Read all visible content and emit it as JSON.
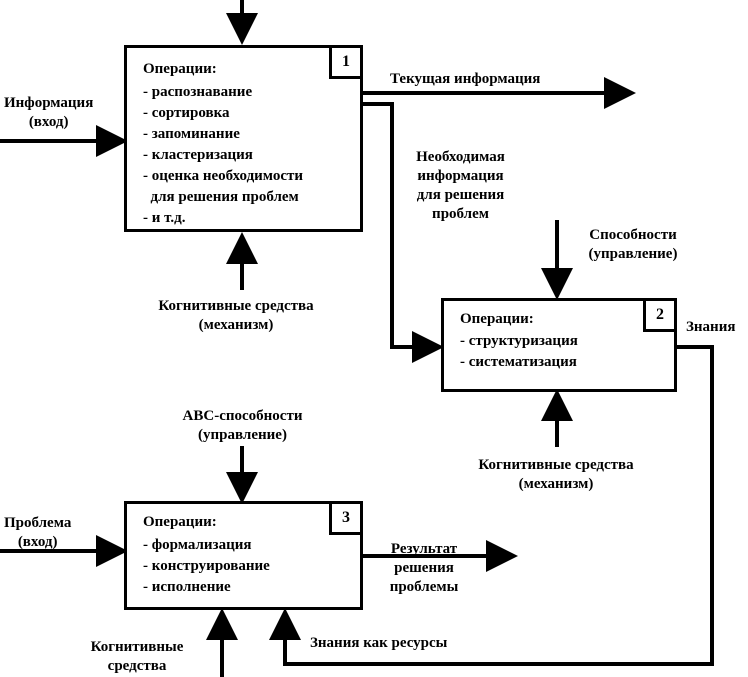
{
  "blocks": [
    {
      "number": "1",
      "title": "Операции:",
      "operations": [
        "- распознавание",
        "- сортировка",
        "- запоминание",
        "- кластеризация",
        "- оценка необходимости",
        "  для решения проблем",
        "- и т.д."
      ]
    },
    {
      "number": "2",
      "title": "Операции:",
      "operations": [
        "- структуризация",
        "- систематизация"
      ]
    },
    {
      "number": "3",
      "title": "Операции:",
      "operations": [
        "- формализация",
        "- конструирование",
        "- исполнение"
      ]
    }
  ],
  "labels": {
    "info_input_1": "Информация",
    "info_input_2": "(вход)",
    "current_info": "Текущая информация",
    "needed_info_1": "Необходимая",
    "needed_info_2": "информация",
    "needed_info_3": "для решения",
    "needed_info_4": "проблем",
    "cog_mech1_1": "Когнитивные средства",
    "cog_mech1_2": "(механизм)",
    "abilities_1": "Способности",
    "abilities_2": "(управление)",
    "knowledge": "Знания",
    "cog_mech2_1": "Когнитивные средства",
    "cog_mech2_2": "(механизм)",
    "abc_1": "АВС-способности",
    "abc_2": "(управление)",
    "problem_1": "Проблема",
    "problem_2": "(вход)",
    "result_1": "Результат",
    "result_2": "решения",
    "result_3": "проблемы",
    "cog3_1": "Когнитивные",
    "cog3_2": "средства",
    "knowledge_resources": "Знания как ресурсы"
  }
}
